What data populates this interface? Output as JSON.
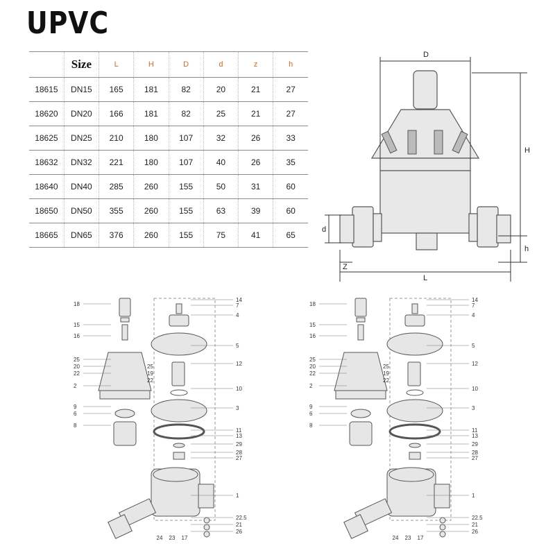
{
  "title": "UPVC",
  "table": {
    "headers": [
      "",
      "Size",
      "L",
      "H",
      "D",
      "d",
      "z",
      "h"
    ],
    "rows": [
      [
        "18615",
        "DN15",
        "165",
        "181",
        "82",
        "20",
        "21",
        "27"
      ],
      [
        "18620",
        "DN20",
        "166",
        "181",
        "82",
        "25",
        "21",
        "27"
      ],
      [
        "18625",
        "DN25",
        "210",
        "180",
        "107",
        "32",
        "26",
        "33"
      ],
      [
        "18632",
        "DN32",
        "221",
        "180",
        "107",
        "40",
        "26",
        "35"
      ],
      [
        "18640",
        "DN40",
        "285",
        "260",
        "155",
        "50",
        "31",
        "60"
      ],
      [
        "18650",
        "DN50",
        "355",
        "260",
        "155",
        "63",
        "39",
        "60"
      ],
      [
        "18665",
        "DN65",
        "376",
        "260",
        "155",
        "75",
        "41",
        "65"
      ]
    ]
  },
  "dimension_labels": {
    "D": "D",
    "H": "H",
    "d": "d",
    "h": "h",
    "z": "Z",
    "L": "L"
  },
  "exploded_left_labels": [
    "18",
    "15",
    "16",
    "25",
    "20",
    "22",
    "2",
    "9",
    "6",
    "8"
  ],
  "exploded_small_labels": [
    "25",
    "19",
    "22"
  ],
  "exploded_right_labels": [
    "14",
    "7",
    "4",
    "5",
    "12",
    "10",
    "3",
    "11",
    "13",
    "29",
    "28",
    "27",
    "1",
    "22.5",
    "21",
    "26"
  ],
  "exploded_bottom_labels": [
    "24",
    "23",
    "17"
  ]
}
